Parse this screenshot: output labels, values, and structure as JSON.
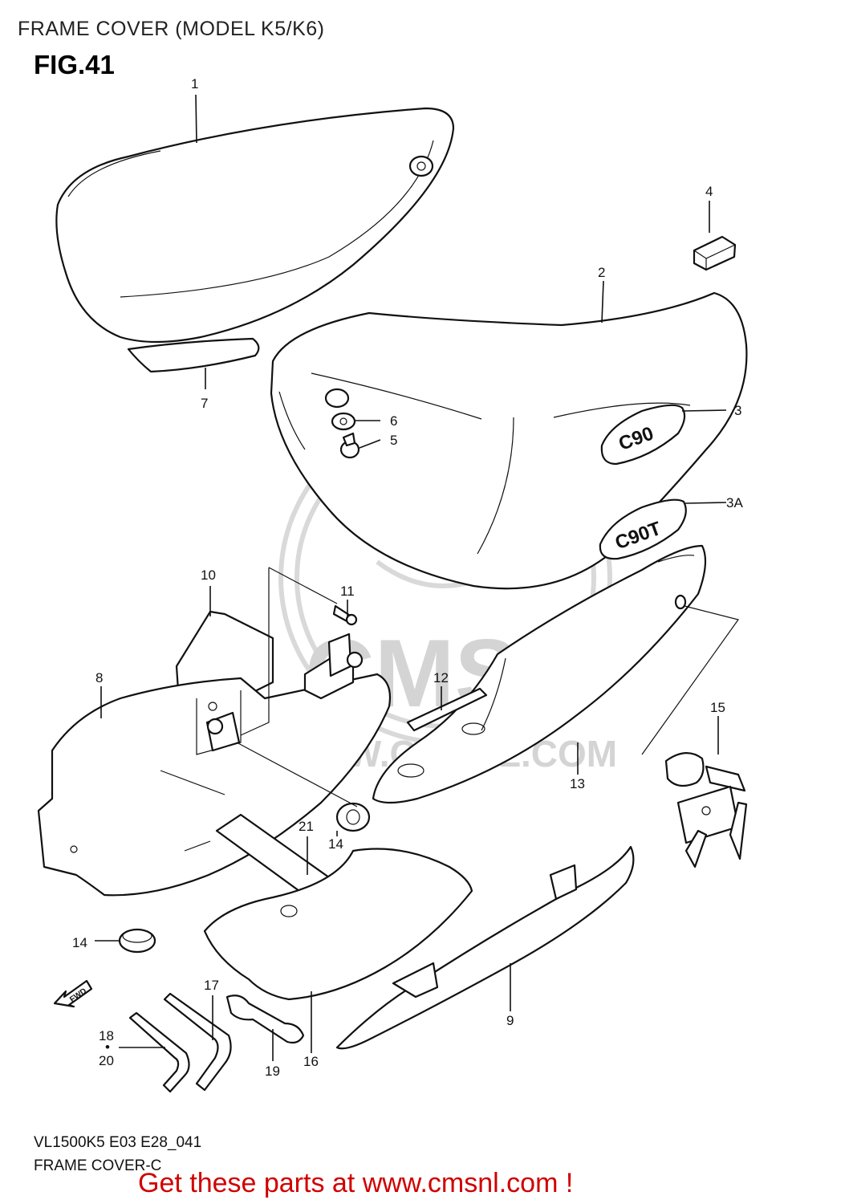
{
  "header": {
    "title": "FRAME COVER (MODEL K5/K6)",
    "figure": "FIG.41"
  },
  "parts": [
    {
      "id": "p1",
      "label": "1"
    },
    {
      "id": "p2",
      "label": "2"
    },
    {
      "id": "p3",
      "label": "3"
    },
    {
      "id": "p3a",
      "label": "3A"
    },
    {
      "id": "p4",
      "label": "4"
    },
    {
      "id": "p5",
      "label": "5"
    },
    {
      "id": "p6",
      "label": "6"
    },
    {
      "id": "p7",
      "label": "7"
    },
    {
      "id": "p8",
      "label": "8"
    },
    {
      "id": "p9",
      "label": "9"
    },
    {
      "id": "p10",
      "label": "10"
    },
    {
      "id": "p11",
      "label": "11"
    },
    {
      "id": "p12",
      "label": "12"
    },
    {
      "id": "p13",
      "label": "13"
    },
    {
      "id": "p14a",
      "label": "14"
    },
    {
      "id": "p14b",
      "label": "14"
    },
    {
      "id": "p15",
      "label": "15"
    },
    {
      "id": "p16",
      "label": "16"
    },
    {
      "id": "p17",
      "label": "17"
    },
    {
      "id": "p18",
      "label": "18"
    },
    {
      "id": "p19",
      "label": "19"
    },
    {
      "id": "p20",
      "label": "20"
    },
    {
      "id": "p21",
      "label": "21"
    }
  ],
  "emblems": {
    "c90": "C90",
    "c90t": "C90T",
    "fwd": "FWD"
  },
  "watermark": {
    "brand": "CMS",
    "url": "WWW.CMSNL.COM",
    "color": "#d4d4d4"
  },
  "footer": {
    "code": "VL1500K5 E03 E28_041",
    "name": "FRAME COVER-C",
    "promo": "Get these parts at www.cmsnl.com !",
    "promo_color": "#d00000"
  }
}
